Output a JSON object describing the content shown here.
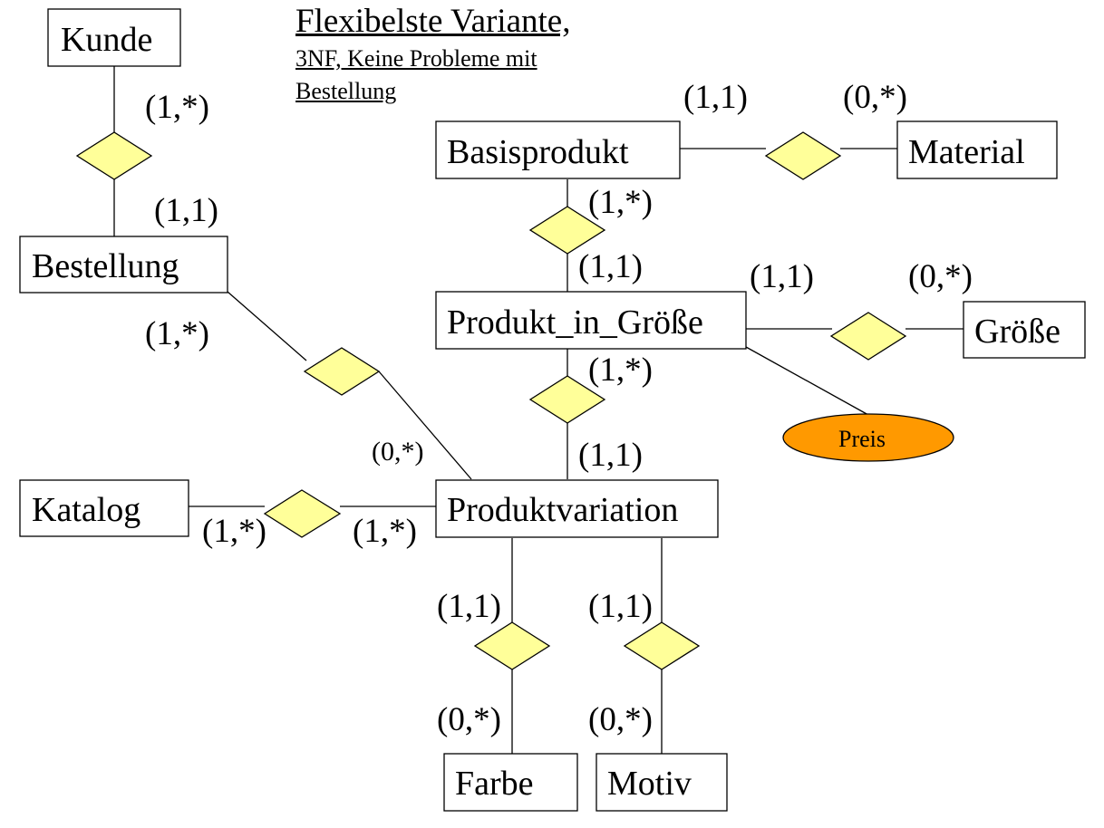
{
  "title": {
    "line1": "Flexibelste Variante,",
    "line2": "3NF, Keine Probleme mit",
    "line3": "Bestellung"
  },
  "colors": {
    "relationship_fill": "#ffff99",
    "attribute_fill": "#ff9900",
    "line": "#000000"
  },
  "entities": {
    "kunde": "Kunde",
    "bestellung": "Bestellung",
    "katalog": "Katalog",
    "basisprodukt": "Basisprodukt",
    "material": "Material",
    "produkt_in_groesse": "Produkt_in_Größe",
    "groesse": "Größe",
    "produktvariation": "Produktvariation",
    "farbe": "Farbe",
    "motiv": "Motiv"
  },
  "attributes": {
    "preis": "Preis"
  },
  "cardinalities": {
    "kunde_side": "(1,*)",
    "bestellung_kunde_side": "(1,1)",
    "bestellung_pv_side": "(1,*)",
    "pv_bestellung_side": "(0,*)",
    "katalog_side": "(1,*)",
    "pv_katalog_side": "(1,*)",
    "basis_material_side": "(1,1)",
    "material_side": "(0,*)",
    "basis_pig_side": "(1,*)",
    "pig_basis_side": "(1,1)",
    "pig_groesse_side": "(1,1)",
    "groesse_side": "(0,*)",
    "pig_pv_side": "(1,*)",
    "pv_pig_side": "(1,1)",
    "pv_farbe_side": "(1,1)",
    "farbe_side": "(0,*)",
    "pv_motiv_side": "(1,1)",
    "motiv_side": "(0,*)"
  }
}
